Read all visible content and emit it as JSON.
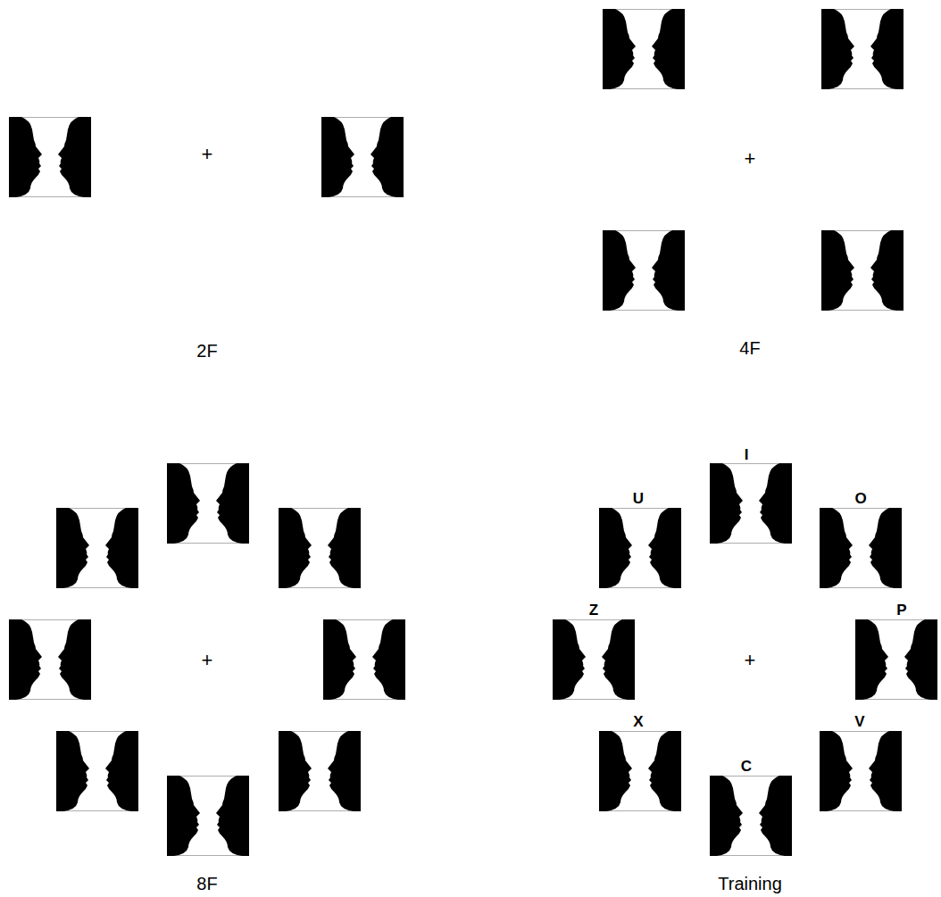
{
  "diagram": {
    "labels": [
      "+",
      "2F",
      "+",
      "4F",
      "+",
      "8F",
      "I",
      "U",
      "O",
      "Z",
      "P",
      "X",
      "V",
      "C",
      "+",
      "Training"
    ]
  }
}
